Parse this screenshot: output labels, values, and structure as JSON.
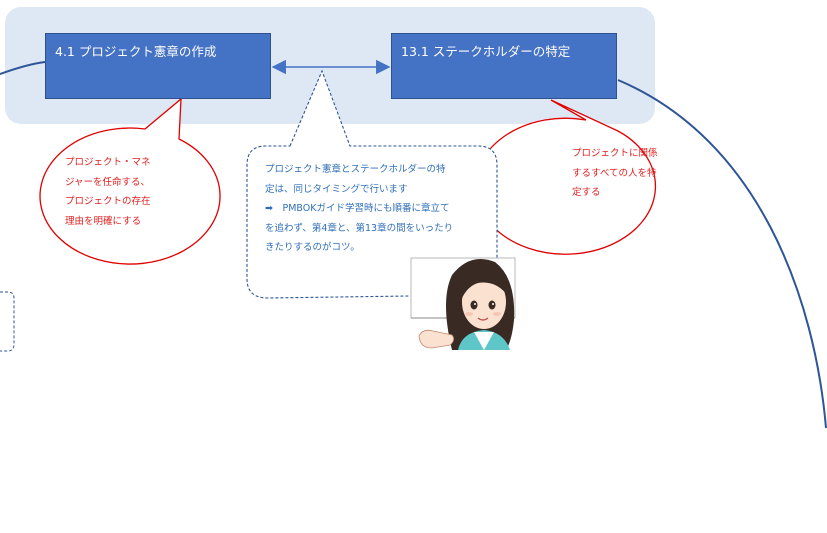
{
  "nodes": {
    "charter": "4.1 プロジェクト憲章の作成",
    "stakeholders": "13.1 ステークホルダーの特定"
  },
  "callouts": {
    "charter": [
      "プロジェクト・マネ",
      "ジャーを任命する、",
      "プロジェクトの存在",
      "理由を明確にする"
    ],
    "stakeholders": [
      "プロジェクトに関係",
      "するすべての人を特",
      "定する"
    ]
  },
  "mentor_note": {
    "lines": [
      "プロジェクト憲章とステークホルダーの特",
      "定は、同じタイミングで行います",
      "➡　PMBOKガイド学習時にも順番に章立て",
      "を追わず、第4章と、第13章の間をいったり",
      "きたりするのがコツ。"
    ]
  },
  "colors": {
    "band": "#dde8f4",
    "node_fill": "#4472c4",
    "callout_border": "#e00000",
    "callout_text": "#e02020",
    "note_text": "#2f6fb8",
    "connector": "#2e5597"
  },
  "icons": {
    "connector": "double-headed-arrow",
    "character": "mentor-woman-pointing"
  }
}
